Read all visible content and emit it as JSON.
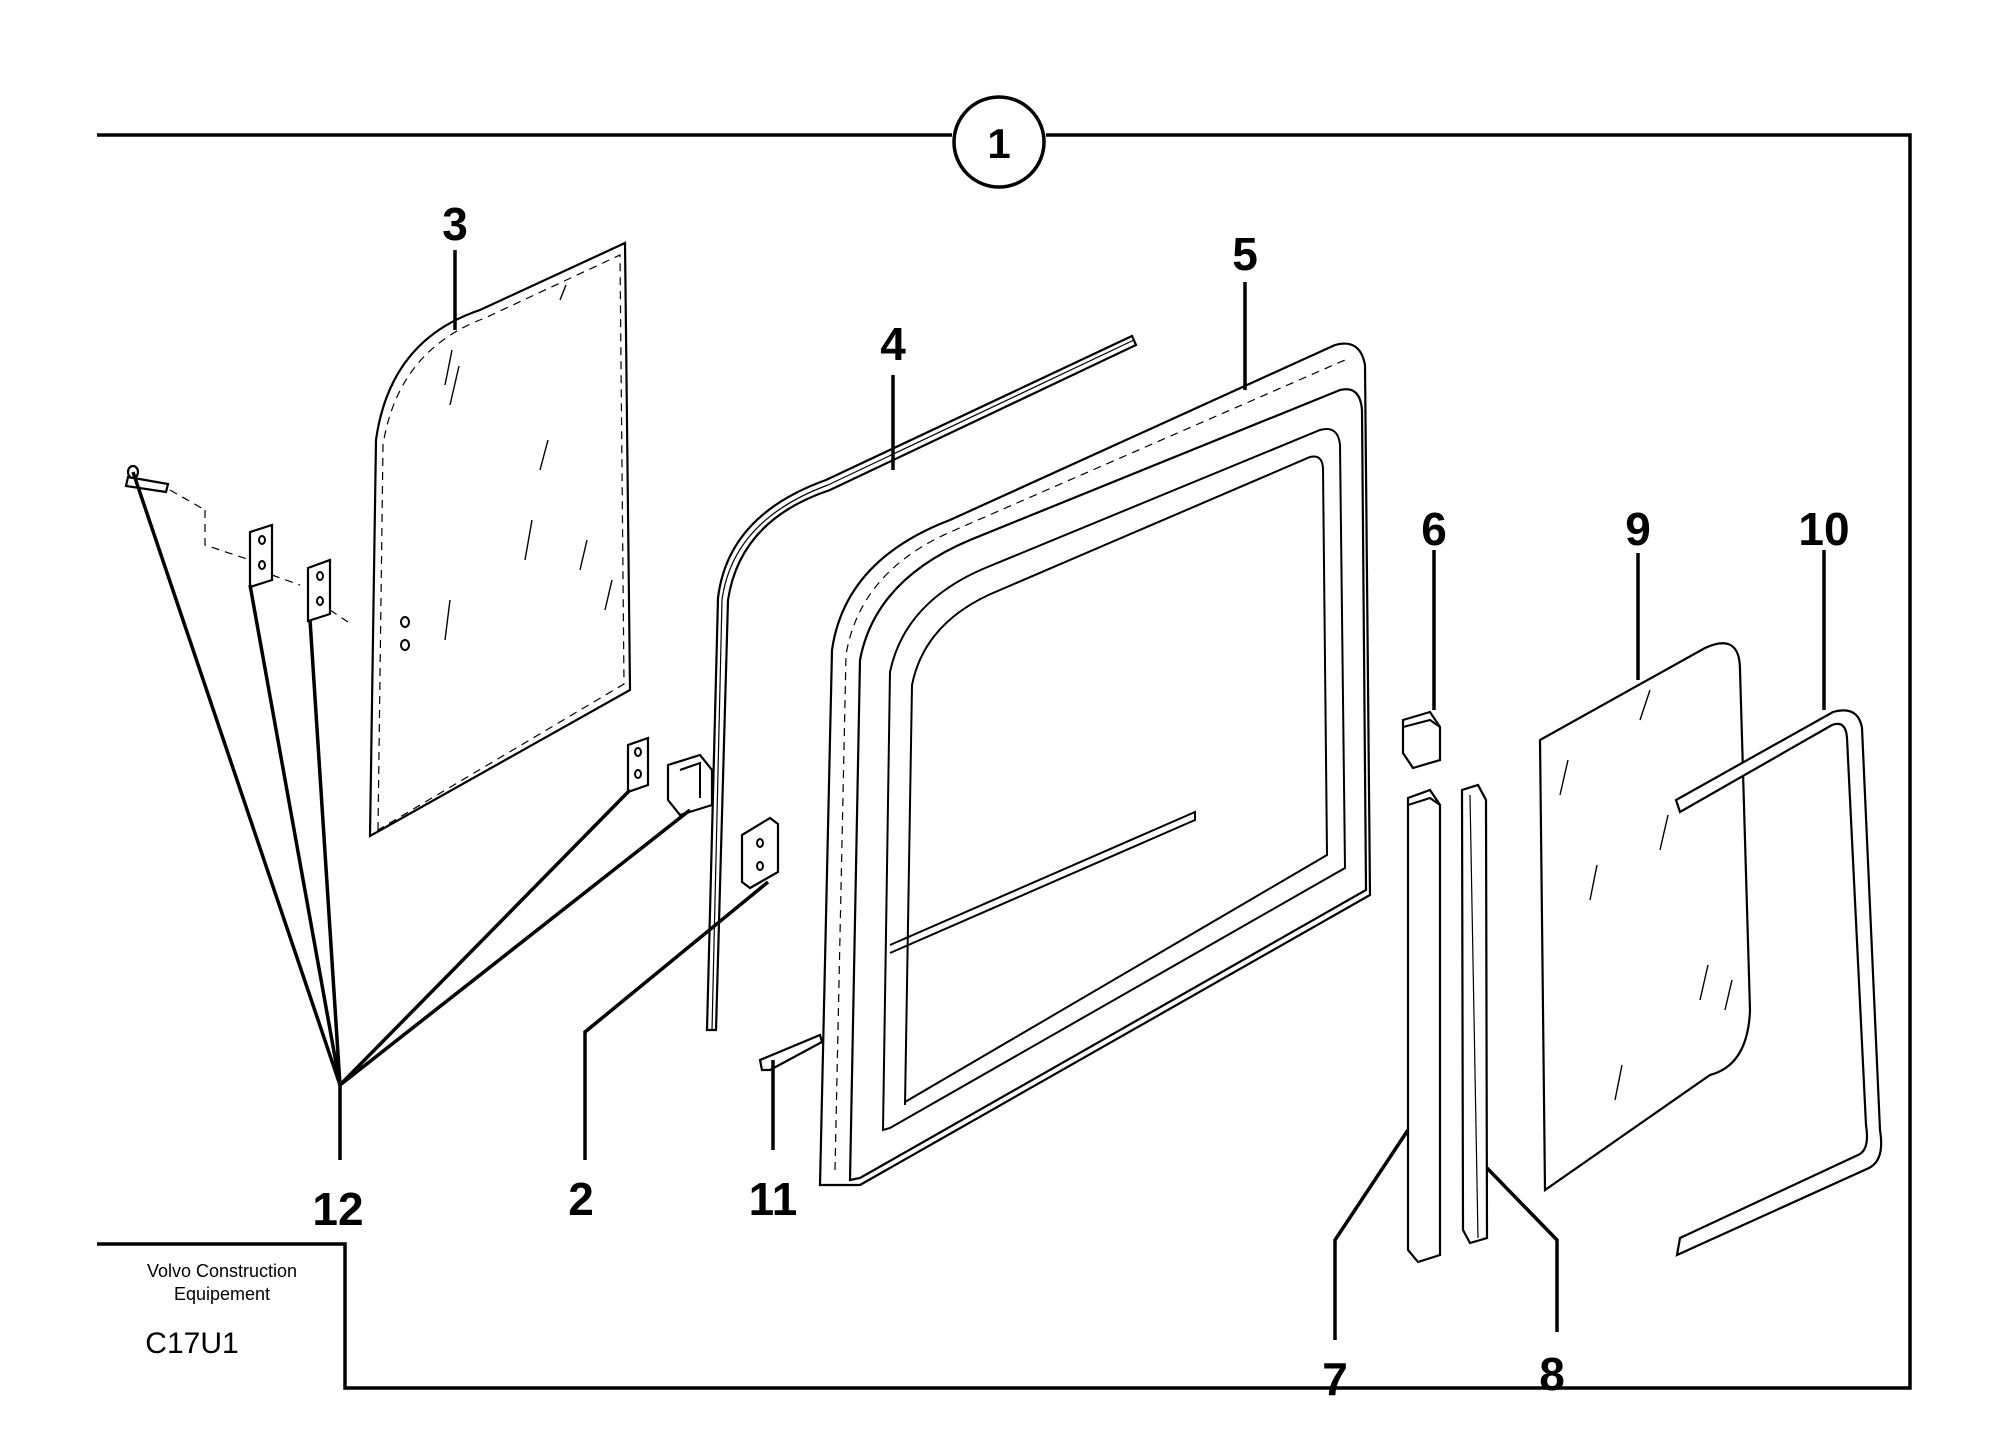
{
  "diagram": {
    "header_callout": "1",
    "callouts": [
      "2",
      "3",
      "4",
      "5",
      "6",
      "7",
      "8",
      "9",
      "10",
      "11",
      "12"
    ],
    "title_block": {
      "company_line1": "Volvo Construction",
      "company_line2": "Equipement",
      "code": "C17U1"
    }
  }
}
